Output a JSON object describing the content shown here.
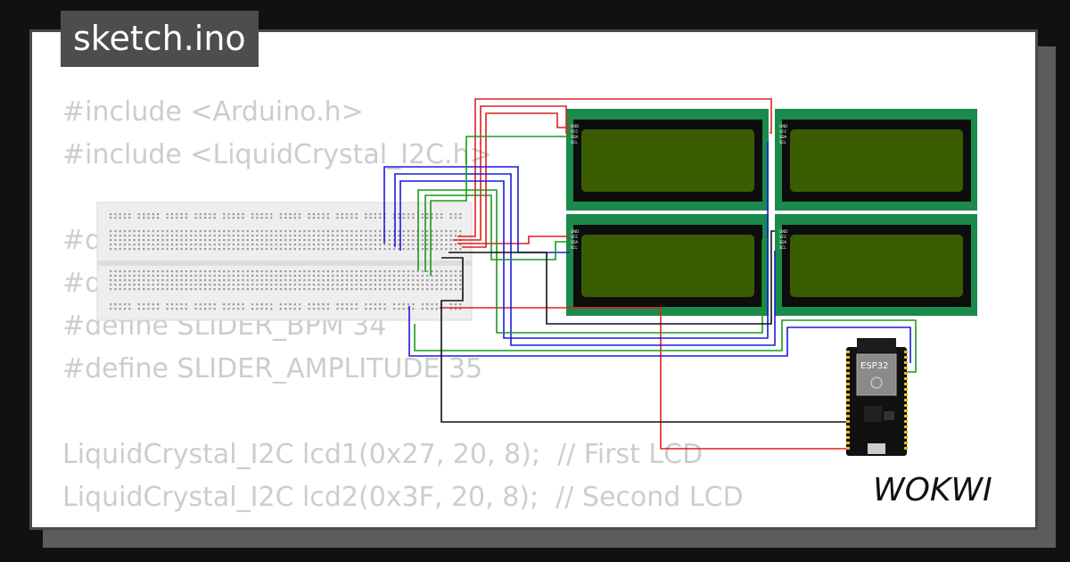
{
  "tab": {
    "filename": "sketch.ino"
  },
  "code_lines": [
    "#include <Arduino.h>",
    "#include <LiquidCrystal_I2C.h>",
    "",
    "#define ",
    "#define ",
    "#define SLIDER_BPM 34",
    "#define SLIDER_AMPLITUDE 35",
    "",
    "LiquidCrystal_I2C lcd1(0x27, 20, 8);  // First LCD",
    "LiquidCrystal_I2C lcd2(0x3F, 20, 8);  // Second LCD"
  ],
  "esp32": {
    "label": "ESP32"
  },
  "lcd_pins": [
    "GND",
    "VCC",
    "SDA",
    "SCL"
  ],
  "logo": {
    "text": "WOKWI"
  },
  "colors": {
    "lcd_board": "#1a8b4a",
    "lcd_screen": "#3a5d00",
    "wire_red": "#e02020",
    "wire_blue": "#1a1adf",
    "wire_green": "#1a9a1a",
    "wire_black": "#111111"
  }
}
